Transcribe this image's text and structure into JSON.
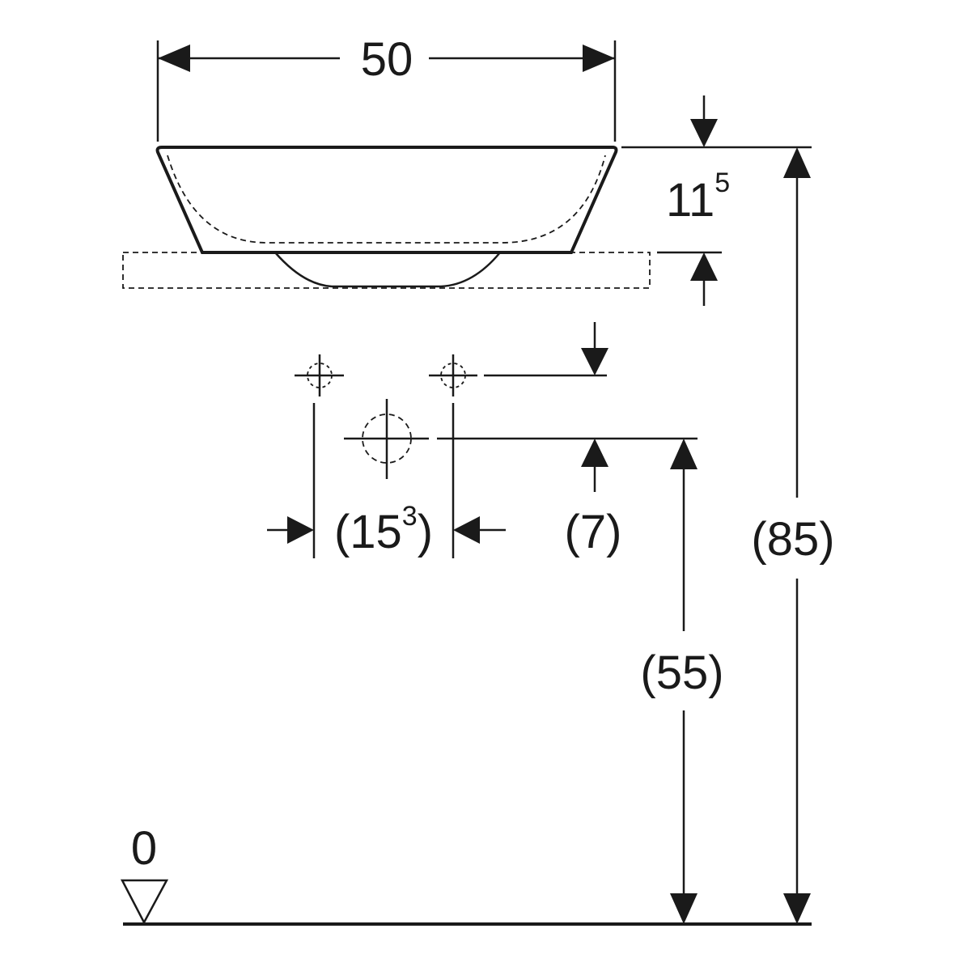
{
  "drawing": {
    "width_label": "50",
    "basin_height_label": "11",
    "basin_height_sup": "5",
    "tap_spacing_label_open": "(15",
    "tap_spacing_sup": "3",
    "tap_spacing_label_close": ")",
    "tap_offset_label": "(7)",
    "total_height_label": "(85)",
    "drain_height_label": "(55)",
    "floor_level_label": "0"
  }
}
